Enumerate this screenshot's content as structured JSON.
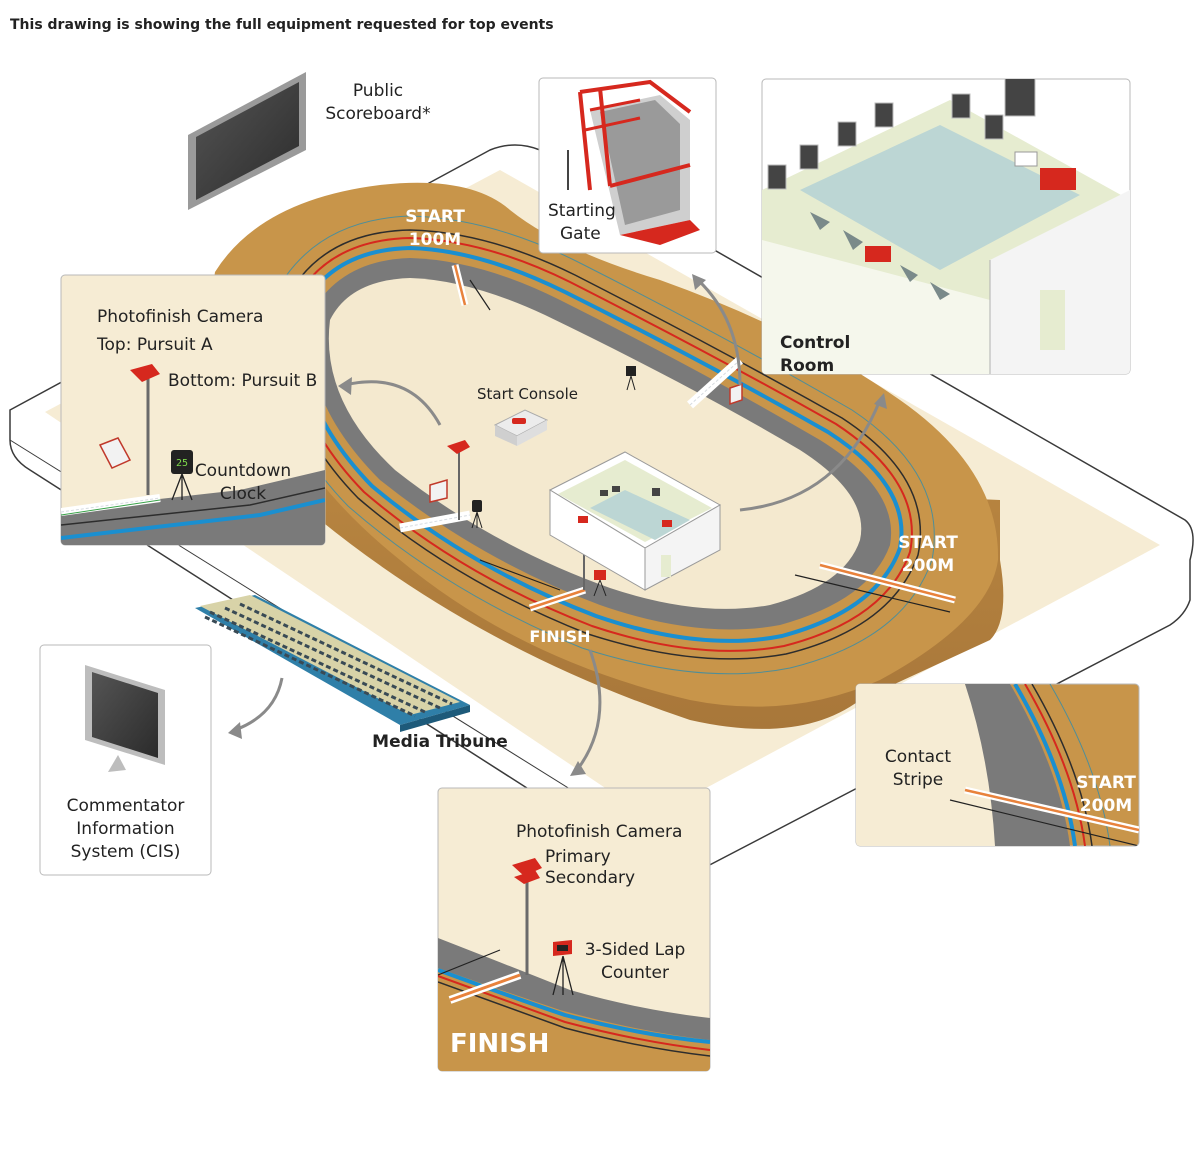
{
  "header": {
    "title": "This drawing is showing the full equipment requested for top events"
  },
  "labels": {
    "public_scoreboard": [
      "Public",
      "Scoreboard*"
    ],
    "starting_gate": [
      "Starting",
      "Gate"
    ],
    "control_room": "Control Room",
    "start_100m": [
      "START",
      "100M"
    ],
    "start_200m": [
      "START",
      "200M"
    ],
    "start_console": "Start Console",
    "finish": "FINISH",
    "media_tribune": "Media Tribune",
    "cis": [
      "Commentator",
      "Information",
      "System (CIS)"
    ],
    "contact_stripe": [
      "Contact",
      "Stripe"
    ],
    "contact_start_200m": [
      "START",
      "200M"
    ]
  },
  "pursuit_card": {
    "title": "Photofinish Camera",
    "top": "Top: Pursuit A",
    "bottom": "Bottom: Pursuit B",
    "clock": [
      "Countdown",
      "Clock"
    ],
    "clock_value": "25"
  },
  "finish_card": {
    "title": "Photofinish Camera",
    "primary": "Primary",
    "secondary": "Secondary",
    "lap_counter": [
      "3-Sided Lap",
      "Counter"
    ],
    "finish": "FINISH"
  },
  "colors": {
    "wood": "#c8954a",
    "wood_dark": "#a8773a",
    "floor": "#f6ecd4",
    "track_grey": "#7a7a7a",
    "blue_line": "#1a8fd0",
    "red_line": "#d6281e",
    "equipment_red": "#d6281e"
  }
}
